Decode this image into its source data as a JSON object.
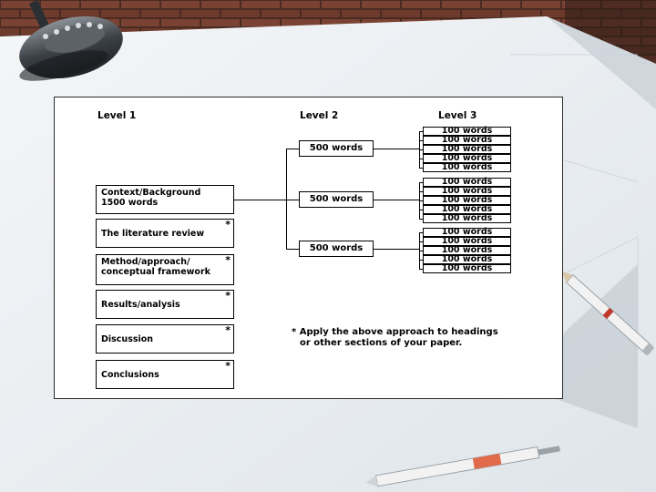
{
  "diagram": {
    "headers": {
      "level1": "Level 1",
      "level2": "Level 2",
      "level3": "Level 3"
    },
    "level1_boxes": [
      {
        "line1": "Context/Background",
        "line2": "1500 words",
        "star": ""
      },
      {
        "line1": "The literature review",
        "line2": "",
        "star": "*"
      },
      {
        "line1": "Method/approach/",
        "line2": "conceptual framework",
        "star": "*"
      },
      {
        "line1": "Results/analysis",
        "line2": "",
        "star": "*"
      },
      {
        "line1": "Discussion",
        "line2": "",
        "star": "*"
      },
      {
        "line1": "Conclusions",
        "line2": "",
        "star": "*"
      }
    ],
    "level2_boxes": [
      "500 words",
      "500 words",
      "500 words"
    ],
    "level3_groups": [
      [
        "100 words",
        "100 words",
        "100 words",
        "100 words",
        "100 words"
      ],
      [
        "100 words",
        "100 words",
        "100 words",
        "100 words",
        "100 words"
      ],
      [
        "100 words",
        "100 words",
        "100 words",
        "100 words",
        "100 words"
      ]
    ],
    "note": {
      "line1": "* Apply the above approach to headings",
      "line2": "or other sections of your paper."
    }
  },
  "icons": [
    "desk-lamp-icon",
    "pencil-icon",
    "pen-icon",
    "set-square-icon"
  ],
  "colors": {
    "brick": "#6b3a2c",
    "desk": "#e8ecef",
    "lamp": "#4a4f55"
  }
}
